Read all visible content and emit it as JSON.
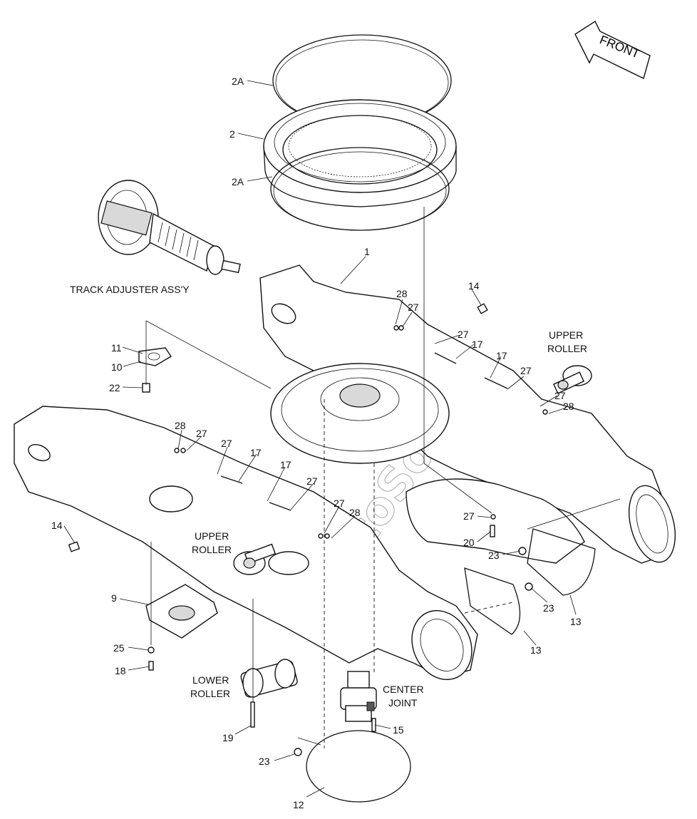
{
  "direction_arrow": {
    "label": "FRONT"
  },
  "watermark": {
    "text": "AutoSoft"
  },
  "captions": {
    "track_adjuster": "TRACK ADJUSTER ASS'Y",
    "upper_roller_right_1": "UPPER",
    "upper_roller_right_2": "ROLLER",
    "upper_roller_left_1": "UPPER",
    "upper_roller_left_2": "ROLLER",
    "lower_roller_1": "LOWER",
    "lower_roller_2": "ROLLER",
    "center_joint_1": "CENTER",
    "center_joint_2": "JOINT"
  },
  "callouts": [
    "2A",
    "2",
    "2A",
    "1",
    "28",
    "27",
    "14",
    "27",
    "17",
    "17",
    "27",
    "27",
    "28",
    "11",
    "10",
    "22",
    "28",
    "27",
    "27",
    "17",
    "17",
    "27",
    "27",
    "28",
    "14",
    "27",
    "20",
    "23",
    "23",
    "13",
    "13",
    "9",
    "25",
    "18",
    "19",
    "15",
    "23",
    "12"
  ]
}
